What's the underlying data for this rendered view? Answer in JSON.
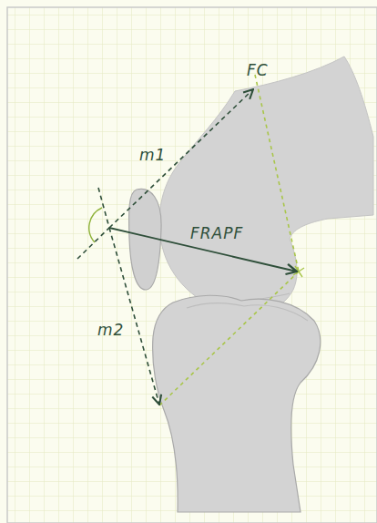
{
  "diagram": {
    "labels": [
      "FC",
      "m1",
      "FRAPF",
      "m2"
    ]
  }
}
